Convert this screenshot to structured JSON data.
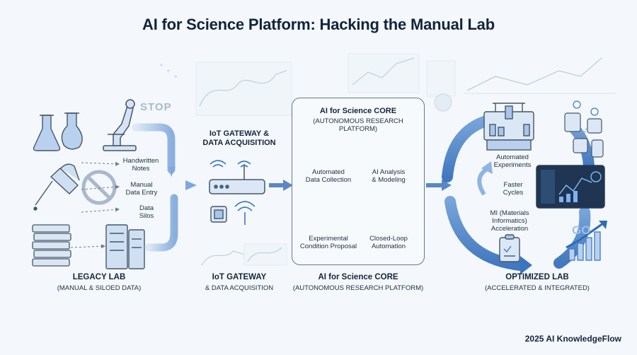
{
  "title": "AI for Science Platform: Hacking the Manual Lab",
  "legacy": {
    "stop_label": "STOP",
    "notes": [
      "Handwritten\nNotes",
      "Manual\nData Entry",
      "Data\nSilos"
    ],
    "name": "LEGACY LAB",
    "subtitle": "(MANUAL & SILOED DATA)"
  },
  "gateway": {
    "title": "IoT GATEWAY &\nDATA ACQUISITION",
    "name": "IoT GATEWAY",
    "subtitle": "& DATA ACQUISITION"
  },
  "core": {
    "title": "AI for Science CORE",
    "subtitle_inner": "(AUTONOMOUS RESEARCH PLATFORM)",
    "items": [
      {
        "label": "Automated\nData Collection",
        "icon": "brain-icon"
      },
      {
        "label": "AI Analysis\n& Modeling",
        "icon": "database-search-icon"
      },
      {
        "label": "Experimental\nCondition Proposal",
        "icon": "chart-icon"
      },
      {
        "label": "Closed-Loop\nAutomation",
        "icon": "gear-icon"
      }
    ],
    "name": "AI for Science CORE",
    "subtitle": "(AUTONOMOUS RESEARCH PLATFORM)"
  },
  "optimized": {
    "labels": [
      "Automated\nExperiments",
      "Faster\nCycles",
      "MI (Materials\nInformatics)\nAcceleration"
    ],
    "go_label": "GO",
    "name": "OPTIMIZED LAB",
    "subtitle": "(ACCELERATED & INTEGRATED)"
  },
  "footer": "2025 AI KnowledgeFlow",
  "colors": {
    "accent": "#3f78c2",
    "light_accent": "#a8c6ea",
    "line": "#44556b",
    "background": "#f4f8fc"
  }
}
